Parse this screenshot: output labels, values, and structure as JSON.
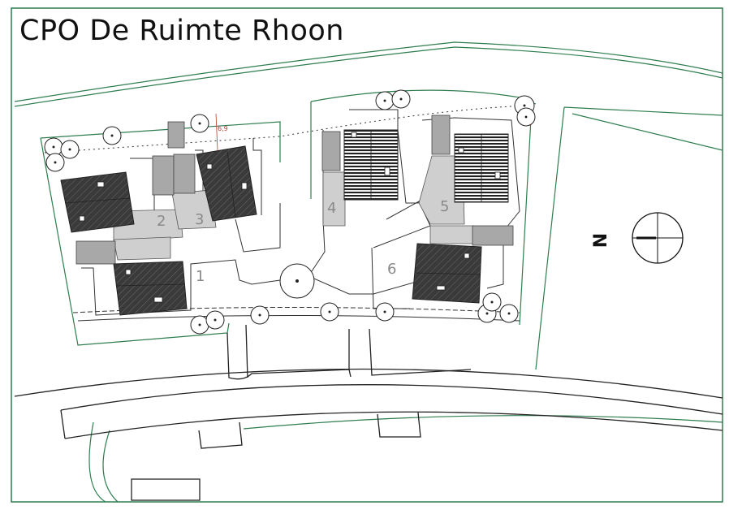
{
  "title": "CPO De Ruimte Rhoon",
  "plots": [
    {
      "number": "1"
    },
    {
      "number": "2"
    },
    {
      "number": "3"
    },
    {
      "number": "4"
    },
    {
      "number": "5"
    },
    {
      "number": "6"
    }
  ],
  "dimension_label": "6,9",
  "north_label": "N",
  "colors": {
    "boundary": "#2e7d4f",
    "roof": "#3a3a3a",
    "paving": "#c8c8c8",
    "shed": "#a9a9a9",
    "line": "#333333"
  }
}
